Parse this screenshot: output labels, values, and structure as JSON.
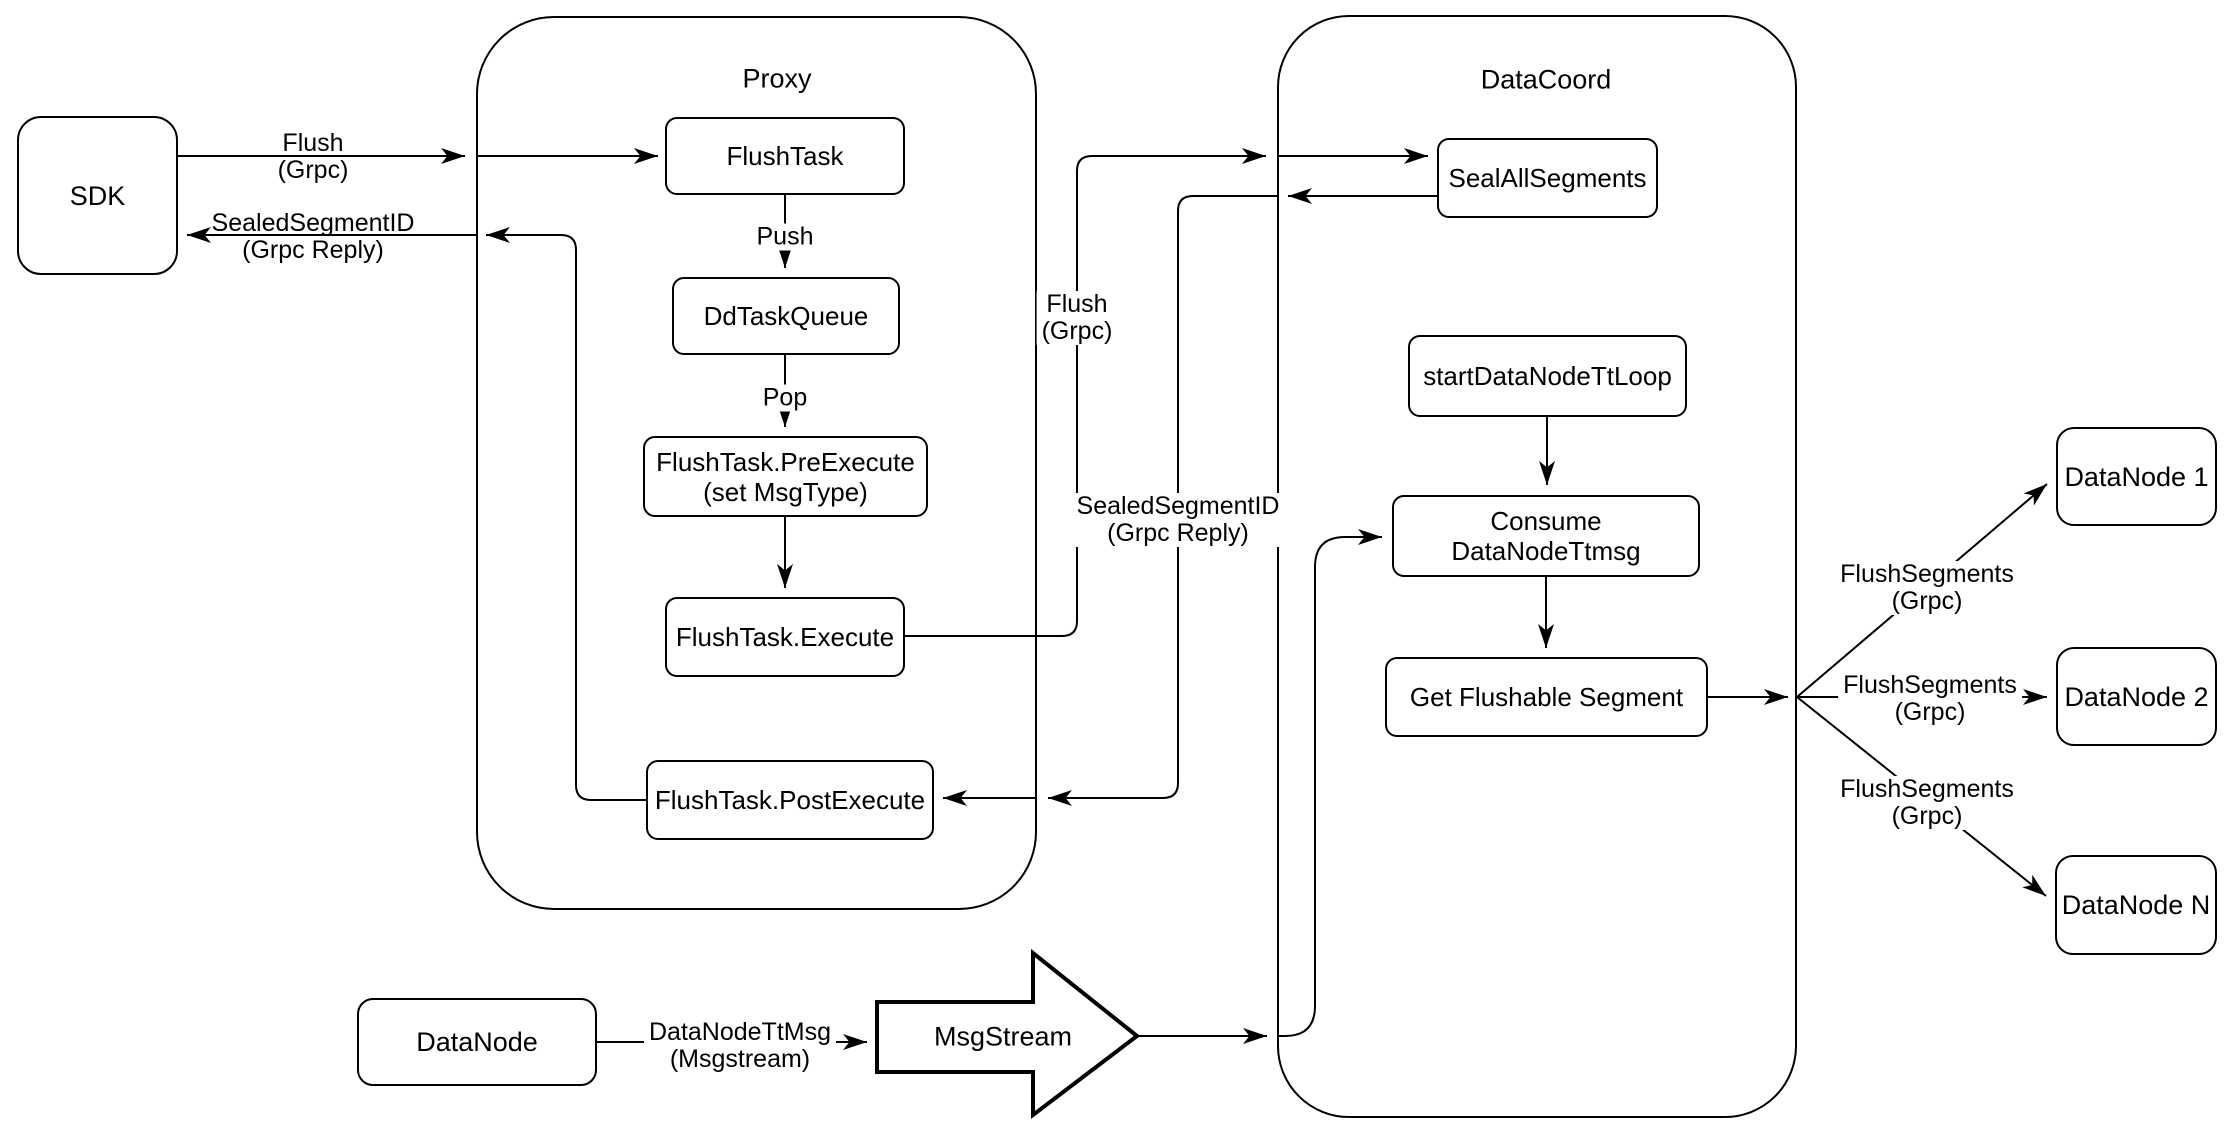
{
  "diagram": {
    "colors": {
      "stroke": "#000000",
      "background": "#ffffff"
    },
    "containers": {
      "proxy": "Proxy",
      "datacoord": "DataCoord"
    },
    "nodes": {
      "sdk": "SDK",
      "flushTask": "FlushTask",
      "ddTaskQueue": "DdTaskQueue",
      "preExecute": "FlushTask.PreExecute\n(set MsgType)",
      "execute": "FlushTask.Execute",
      "postExecute": "FlushTask.PostExecute",
      "sealAllSegments": "SealAllSegments",
      "startDataNodeTtLoop": "startDataNodeTtLoop",
      "consumeDataNodeTtmsg": "Consume DataNodeTtmsg",
      "getFlushableSegment": "Get Flushable Segment",
      "dataNode1": "DataNode 1",
      "dataNode2": "DataNode 2",
      "dataNodeN": "DataNode N",
      "dataNodeBottom": "DataNode",
      "msgStream": "MsgStream"
    },
    "edgeLabels": {
      "flushGrpcSdk": "Flush\n(Grpc)",
      "sealedSegmentIdSdk": "SealedSegmentID\n(Grpc Reply)",
      "push": "Push",
      "pop": "Pop",
      "flushGrpcCoord": "Flush\n(Grpc)",
      "sealedSegmentIdCoord": "SealedSegmentID\n(Grpc Reply)",
      "flushSegments1": "FlushSegments\n(Grpc)",
      "flushSegments2": "FlushSegments\n(Grpc)",
      "flushSegments3": "FlushSegments\n(Grpc)",
      "dataNodeTtMsg": "DataNodeTtMsg\n(Msgstream)"
    }
  }
}
